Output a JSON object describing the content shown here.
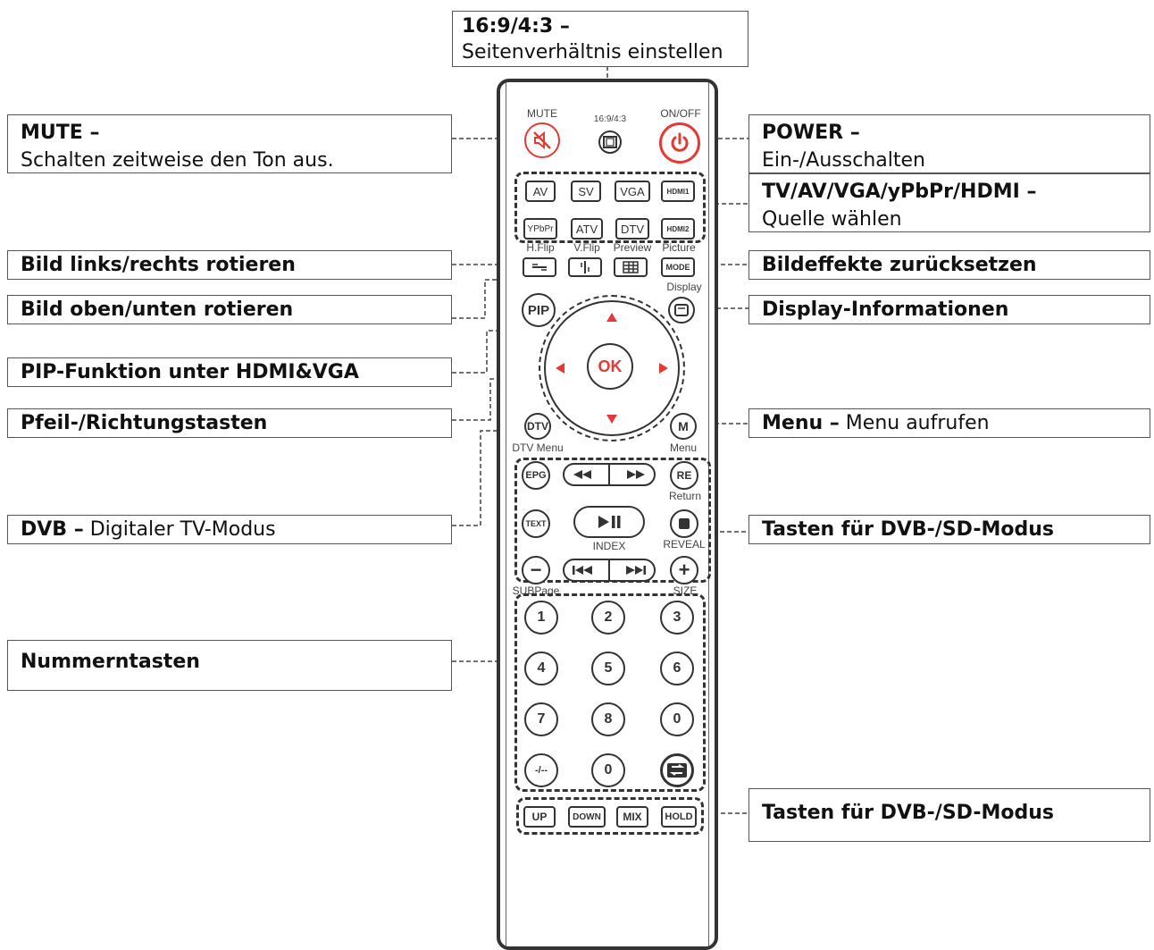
{
  "callouts": {
    "aspect": {
      "title": "16:9/4:3 –",
      "text": "Seitenverhältnis einstellen"
    },
    "mute": {
      "title": "MUTE –",
      "text": "Schalten zeitweise den Ton aus."
    },
    "power": {
      "title": "POWER –",
      "text": "Ein-/Ausschalten"
    },
    "source": {
      "title": "TV/AV/VGA/yPbPr/HDMI –",
      "text": "Quelle wählen"
    },
    "hflip": {
      "title": "Bild links/rechts rotieren"
    },
    "reset": {
      "title": "Bildeffekte zurücksetzen"
    },
    "vflip": {
      "title": "Bild oben/unten rotieren"
    },
    "display": {
      "title": "Display-Informationen"
    },
    "pip": {
      "title": "PIP-Funktion unter HDMI&VGA"
    },
    "arrows": {
      "title": "Pfeil-/Richtungstasten"
    },
    "menu": {
      "title": "Menu –",
      "text": "Menu aufrufen"
    },
    "dvb": {
      "title": "DVB –",
      "text": "Digitaler TV-Modus"
    },
    "dvbkeys1": {
      "title": "Tasten für DVB-/SD-Modus"
    },
    "numbers": {
      "title": "Nummerntasten"
    },
    "dvbkeys2": {
      "title": "Tasten für DVB-/SD-Modus"
    }
  },
  "remote": {
    "labels": {
      "mute": "MUTE",
      "aspect": "16:9/4:3",
      "onoff": "ON/OFF",
      "hflip": "H.Flip",
      "vflip": "V.Flip",
      "preview": "Preview",
      "picture": "Picture",
      "display": "Display",
      "dtvmenu": "DTV Menu",
      "menu": "Menu",
      "return": "Return",
      "index": "INDEX",
      "reveal": "REVEAL",
      "subpage": "SUBPage",
      "size": "SIZE"
    },
    "source_buttons": [
      "AV",
      "SV",
      "VGA",
      "HDMI1",
      "YPbPr",
      "ATV",
      "DTV",
      "HDMI2"
    ],
    "picture_buttons": {
      "mode": "MODE"
    },
    "pip": "PIP",
    "ok": "OK",
    "dtv": "DTV",
    "m": "M",
    "epg": "EPG",
    "re": "RE",
    "text": "TEXT",
    "minus": "−",
    "plus": "+",
    "digits": [
      "1",
      "2",
      "3",
      "4",
      "5",
      "6",
      "7",
      "8",
      "0",
      "-/--",
      "0"
    ],
    "bottom_buttons": [
      "UP",
      "DOWN",
      "MIX",
      "HOLD"
    ]
  },
  "icons": {
    "mute": "speaker-muted-icon",
    "aspect": "aspect-ratio-icon",
    "power": "power-icon",
    "hflip": "horizontal-flip-icon",
    "vflip": "vertical-flip-icon",
    "preview": "preview-grid-icon",
    "display": "display-info-icon",
    "up": "arrow-up-icon",
    "down": "arrow-down-icon",
    "left": "arrow-left-icon",
    "right": "arrow-right-icon",
    "rewind": "rewind-icon",
    "forward": "fast-forward-icon",
    "playpause": "play-pause-icon",
    "stop": "stop-icon",
    "prev": "skip-previous-icon",
    "next": "skip-next-icon",
    "swap": "swap-icon"
  },
  "colors": {
    "accent": "#e53935",
    "outline": "#333333"
  }
}
